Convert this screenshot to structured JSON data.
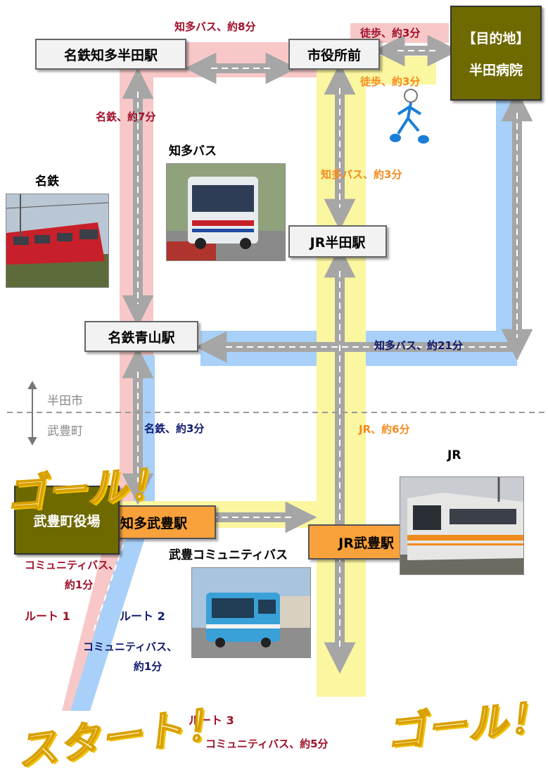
{
  "stations": {
    "meitetsu_chita_handa": "名鉄知多半田駅",
    "shiyakusho_mae": "市役所前",
    "destination_tag": "【目的地】",
    "handa_hospital": "半田病院",
    "jr_handa": "JR半田駅",
    "meitetsu_aoyama": "名鉄青山駅",
    "meitetsu_chita_taketoyo": "名鉄知多武豊駅",
    "taketoyo_town_hall": "武豊町役場",
    "jr_taketoyo": "JR武豊駅"
  },
  "segments": {
    "chita_bus_8": "知多バス、約8分",
    "walk_3_top": "徒歩、約3分",
    "walk_3_side": "徒歩、約3分",
    "meitetsu_7": "名鉄、約7分",
    "chita_bus_3": "知多バス、約3分",
    "chita_bus_21": "知多バス、約21分",
    "meitetsu_3": "名鉄、約3分",
    "jr_6": "JR、約6分",
    "community_bus_1a_line1": "コミュニティバス、",
    "community_bus_1a_line2": "約1分",
    "community_bus_1b_line1": "コミュニティバス、",
    "community_bus_1b_line2": "約1分",
    "community_bus_5": "コミュニティバス、約5分"
  },
  "routes": {
    "route1": "ルート 1",
    "route2": "ルート 2",
    "route3": "ルート 3"
  },
  "photo_titles": {
    "meitetsu": "名鉄",
    "chita_bus": "知多バス",
    "jr": "JR",
    "taketoyo_community_bus": "武豊コミュニティバス"
  },
  "border": {
    "handa_city": "半田市",
    "taketoyo_town": "武豊町"
  },
  "banners": {
    "goal_left": "ゴール！",
    "goal_right": "ゴール！",
    "start": "スタート！"
  },
  "colors": {
    "pink_route": "#f8c8c8",
    "yellow_route": "#fbf6a0",
    "blue_route": "#a8d0f8",
    "station_orange": "#f9a13a",
    "station_olive": "#6e6a00",
    "label_red": "#a0102a",
    "label_orange": "#f58a1f",
    "label_navy": "#101a70"
  }
}
